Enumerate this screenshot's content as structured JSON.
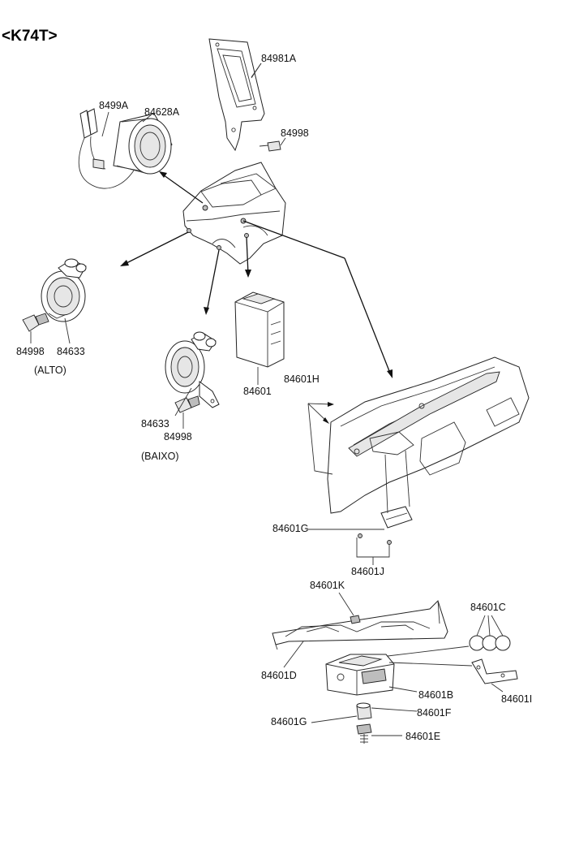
{
  "title": "<K74T>",
  "labels": {
    "p84981A": "84981A",
    "p8499A": "8499A",
    "p84628A": "84628A",
    "p84998_top": "84998",
    "p84998_left": "84998",
    "p84633_left": "84633",
    "alto": "(ALTO)",
    "p84633_mid": "84633",
    "p84998_mid": "84998",
    "baixo": "(BAIXO)",
    "p84601": "84601",
    "p84601H": "84601H",
    "p84601G_top": "84601G",
    "p84601J": "84601J",
    "p84601K": "84601K",
    "p84601C": "84601C",
    "p84601D": "84601D",
    "p84601B": "84601B",
    "p84601I": "84601I",
    "p84601F": "84601F",
    "p84601G_bot": "84601G",
    "p84601E": "84601E"
  }
}
